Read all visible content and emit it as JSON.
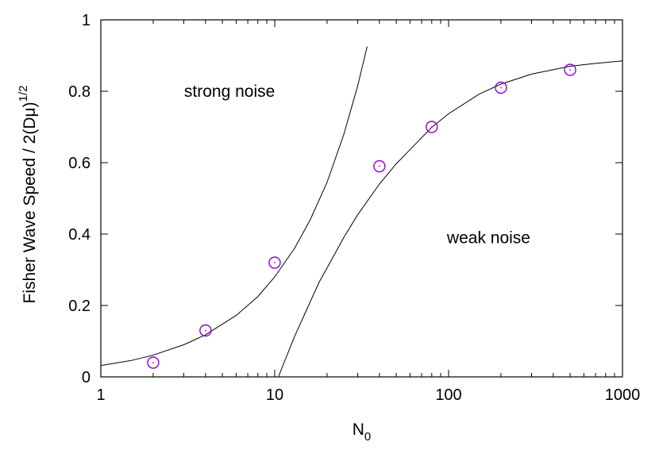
{
  "chart_data": {
    "type": "scatter",
    "xlabel": "N",
    "xlabel_sub": "0",
    "ylabel": "Fisher Wave Speed / 2(Dμ)",
    "ylabel_sup": "1/2",
    "xscale": "log",
    "xlim": [
      1,
      1000
    ],
    "ylim": [
      0,
      1
    ],
    "x_ticks": [
      1,
      10,
      100,
      1000
    ],
    "x_tick_labels": [
      "1",
      "10",
      "100",
      "1000"
    ],
    "y_ticks": [
      0,
      0.2,
      0.4,
      0.6,
      0.8,
      1
    ],
    "y_tick_labels": [
      "0",
      "0.2",
      "0.4",
      "0.6",
      "0.8",
      "1"
    ],
    "grid": false,
    "annotations": [
      {
        "text": "strong noise",
        "x": 5.5,
        "y": 0.8
      },
      {
        "text": "weak noise",
        "x": 170,
        "y": 0.39
      }
    ],
    "series": [
      {
        "kind": "points",
        "marker": "open-circle",
        "color": "#9400d3",
        "x": [
          2,
          4,
          10,
          40,
          80,
          200,
          500
        ],
        "y": [
          0.04,
          0.13,
          0.32,
          0.59,
          0.7,
          0.81,
          0.86
        ]
      },
      {
        "kind": "curve",
        "color": "#000000",
        "x": [
          1,
          1.5,
          2,
          3,
          4,
          6,
          8,
          10,
          13,
          16,
          20,
          25,
          30,
          34
        ],
        "y": [
          0.032,
          0.046,
          0.061,
          0.09,
          0.118,
          0.172,
          0.225,
          0.28,
          0.36,
          0.44,
          0.545,
          0.68,
          0.815,
          0.925
        ]
      },
      {
        "kind": "curve",
        "color": "#000000",
        "x": [
          10.5,
          11,
          12,
          13,
          15,
          18,
          20,
          25,
          30,
          40,
          50,
          80,
          100,
          150,
          200,
          300,
          500,
          700,
          1000
        ],
        "y": [
          0.0,
          0.025,
          0.071,
          0.113,
          0.18,
          0.265,
          0.305,
          0.391,
          0.454,
          0.54,
          0.597,
          0.699,
          0.737,
          0.792,
          0.82,
          0.848,
          0.87,
          0.878,
          0.885
        ]
      }
    ]
  }
}
